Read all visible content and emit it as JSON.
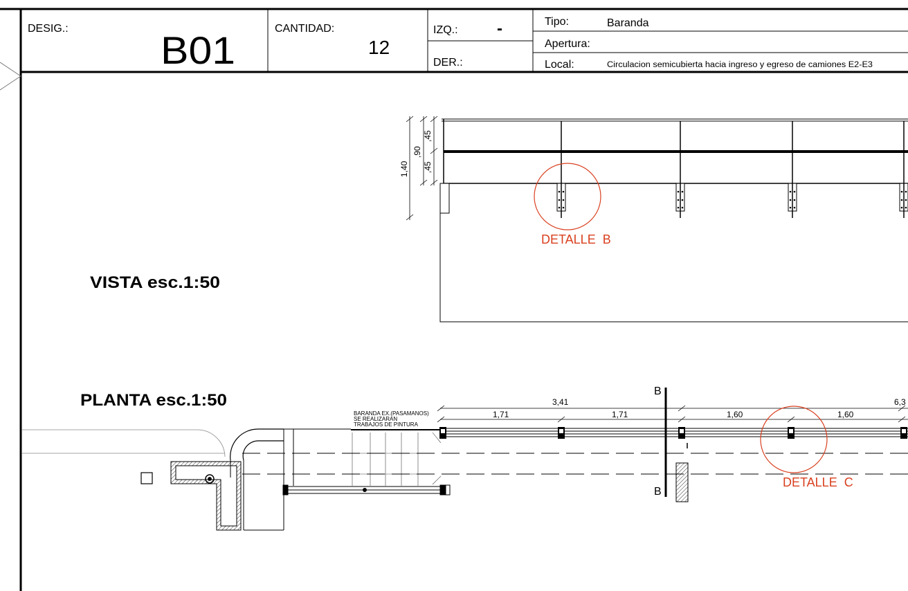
{
  "title_block": {
    "desig_label": "DESIG.:",
    "desig_value": "B01",
    "cantidad_label": "CANTIDAD:",
    "cantidad_value": "12",
    "izq_label": "IZQ.:",
    "izq_value": "-",
    "der_label": "DER.:",
    "tipo_label": "Tipo:",
    "tipo_value": "Baranda",
    "apertura_label": "Apertura:",
    "local_label": "Local:",
    "local_value": "Circulacion semicubierta hacia ingreso y egreso de camiones E2-E3"
  },
  "vista": {
    "title": "VISTA esc.1:50",
    "dim_total": "1,40",
    "dim_mid": ",90",
    "dim_top": ",45",
    "dim_bottom": ",45",
    "detail_label": "DETALLE  B",
    "detail_color": "#d9401f"
  },
  "planta": {
    "title": "PLANTA esc.1:50",
    "note_line1": "BARANDA EX.(PASAMANOS)",
    "note_line2": "SE REALIZARAN",
    "note_line3": "TRABAJOS DE PINTURA",
    "dim_group_a": "3,41",
    "dim_a1": "1,71",
    "dim_a2": "1,71",
    "dim_group_b": "6,3",
    "dim_b1": "1,60",
    "dim_b2": "1,60",
    "section_top": "B",
    "section_bottom": "B",
    "detail_label": "DETALLE  C",
    "detail_color": "#d9401f"
  }
}
